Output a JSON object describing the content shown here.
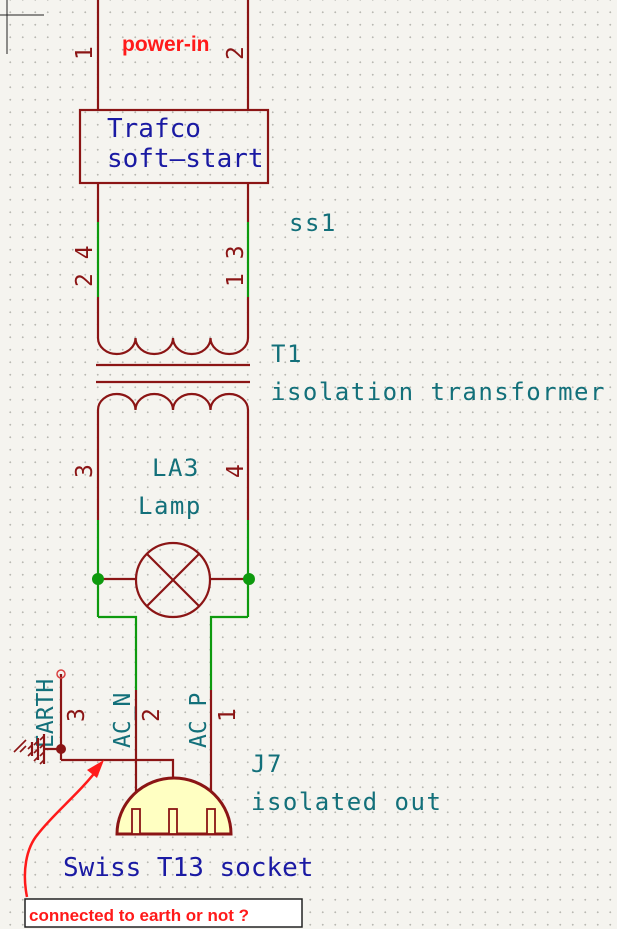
{
  "annotation_power_in": "power-in",
  "softstart": {
    "label_line1": "Trafco",
    "label_line2": "soft—start",
    "ref": "ss1",
    "pins": {
      "top_left": "1",
      "top_right": "2",
      "bottom_left": "2 4",
      "bottom_right": "1 3"
    }
  },
  "transformer": {
    "ref": "T1",
    "value": "isolation transformer",
    "pins": {
      "left": "3",
      "right": "4"
    }
  },
  "lamp": {
    "ref": "LA3",
    "value": "Lamp"
  },
  "connector": {
    "ref": "J7",
    "value": "isolated out",
    "description": "Swiss T13 socket",
    "pins": {
      "pin1": "1",
      "pin2": "2",
      "pin3": "3"
    }
  },
  "nets": {
    "neutral": "AC_N",
    "phase": "AC_P",
    "earth": "EARTH"
  },
  "note": "connected to earth or not ?",
  "colors": {
    "wire": "#0e9a0e",
    "symbol": "#8b1515",
    "net_label": "#13707a",
    "text": "#1a1aa3",
    "annotation": "#ff1a1a",
    "socket_fill": "#ffffc2"
  }
}
